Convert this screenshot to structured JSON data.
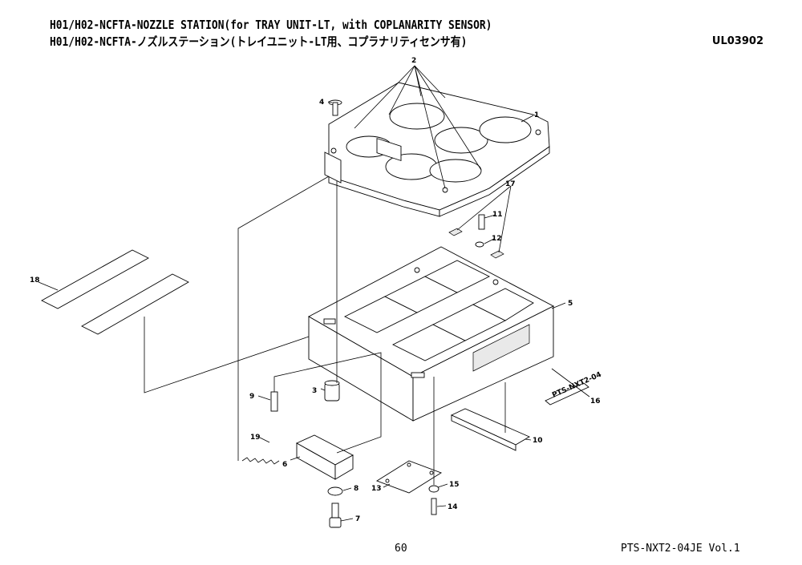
{
  "header": {
    "title_en": "H01/H02-NCFTA-NOZZLE STATION(for TRAY UNIT-LT, with COPLANARITY SENSOR)",
    "title_jp": "H01/H02-NCFTA-ノズルステーション(トレイユニット-LT用、コプラナリティセンサ有)",
    "doc_id": "UL03902"
  },
  "footer": {
    "page_number": "60",
    "doc_ref": "PTS-NXT2-04JE  Vol.1"
  },
  "callouts": [
    "1",
    "2",
    "3",
    "4",
    "5",
    "6",
    "7",
    "8",
    "9",
    "10",
    "11",
    "12",
    "13",
    "14",
    "15",
    "16",
    "17",
    "18",
    "19"
  ],
  "label_text": "PTS-NXT2-04"
}
